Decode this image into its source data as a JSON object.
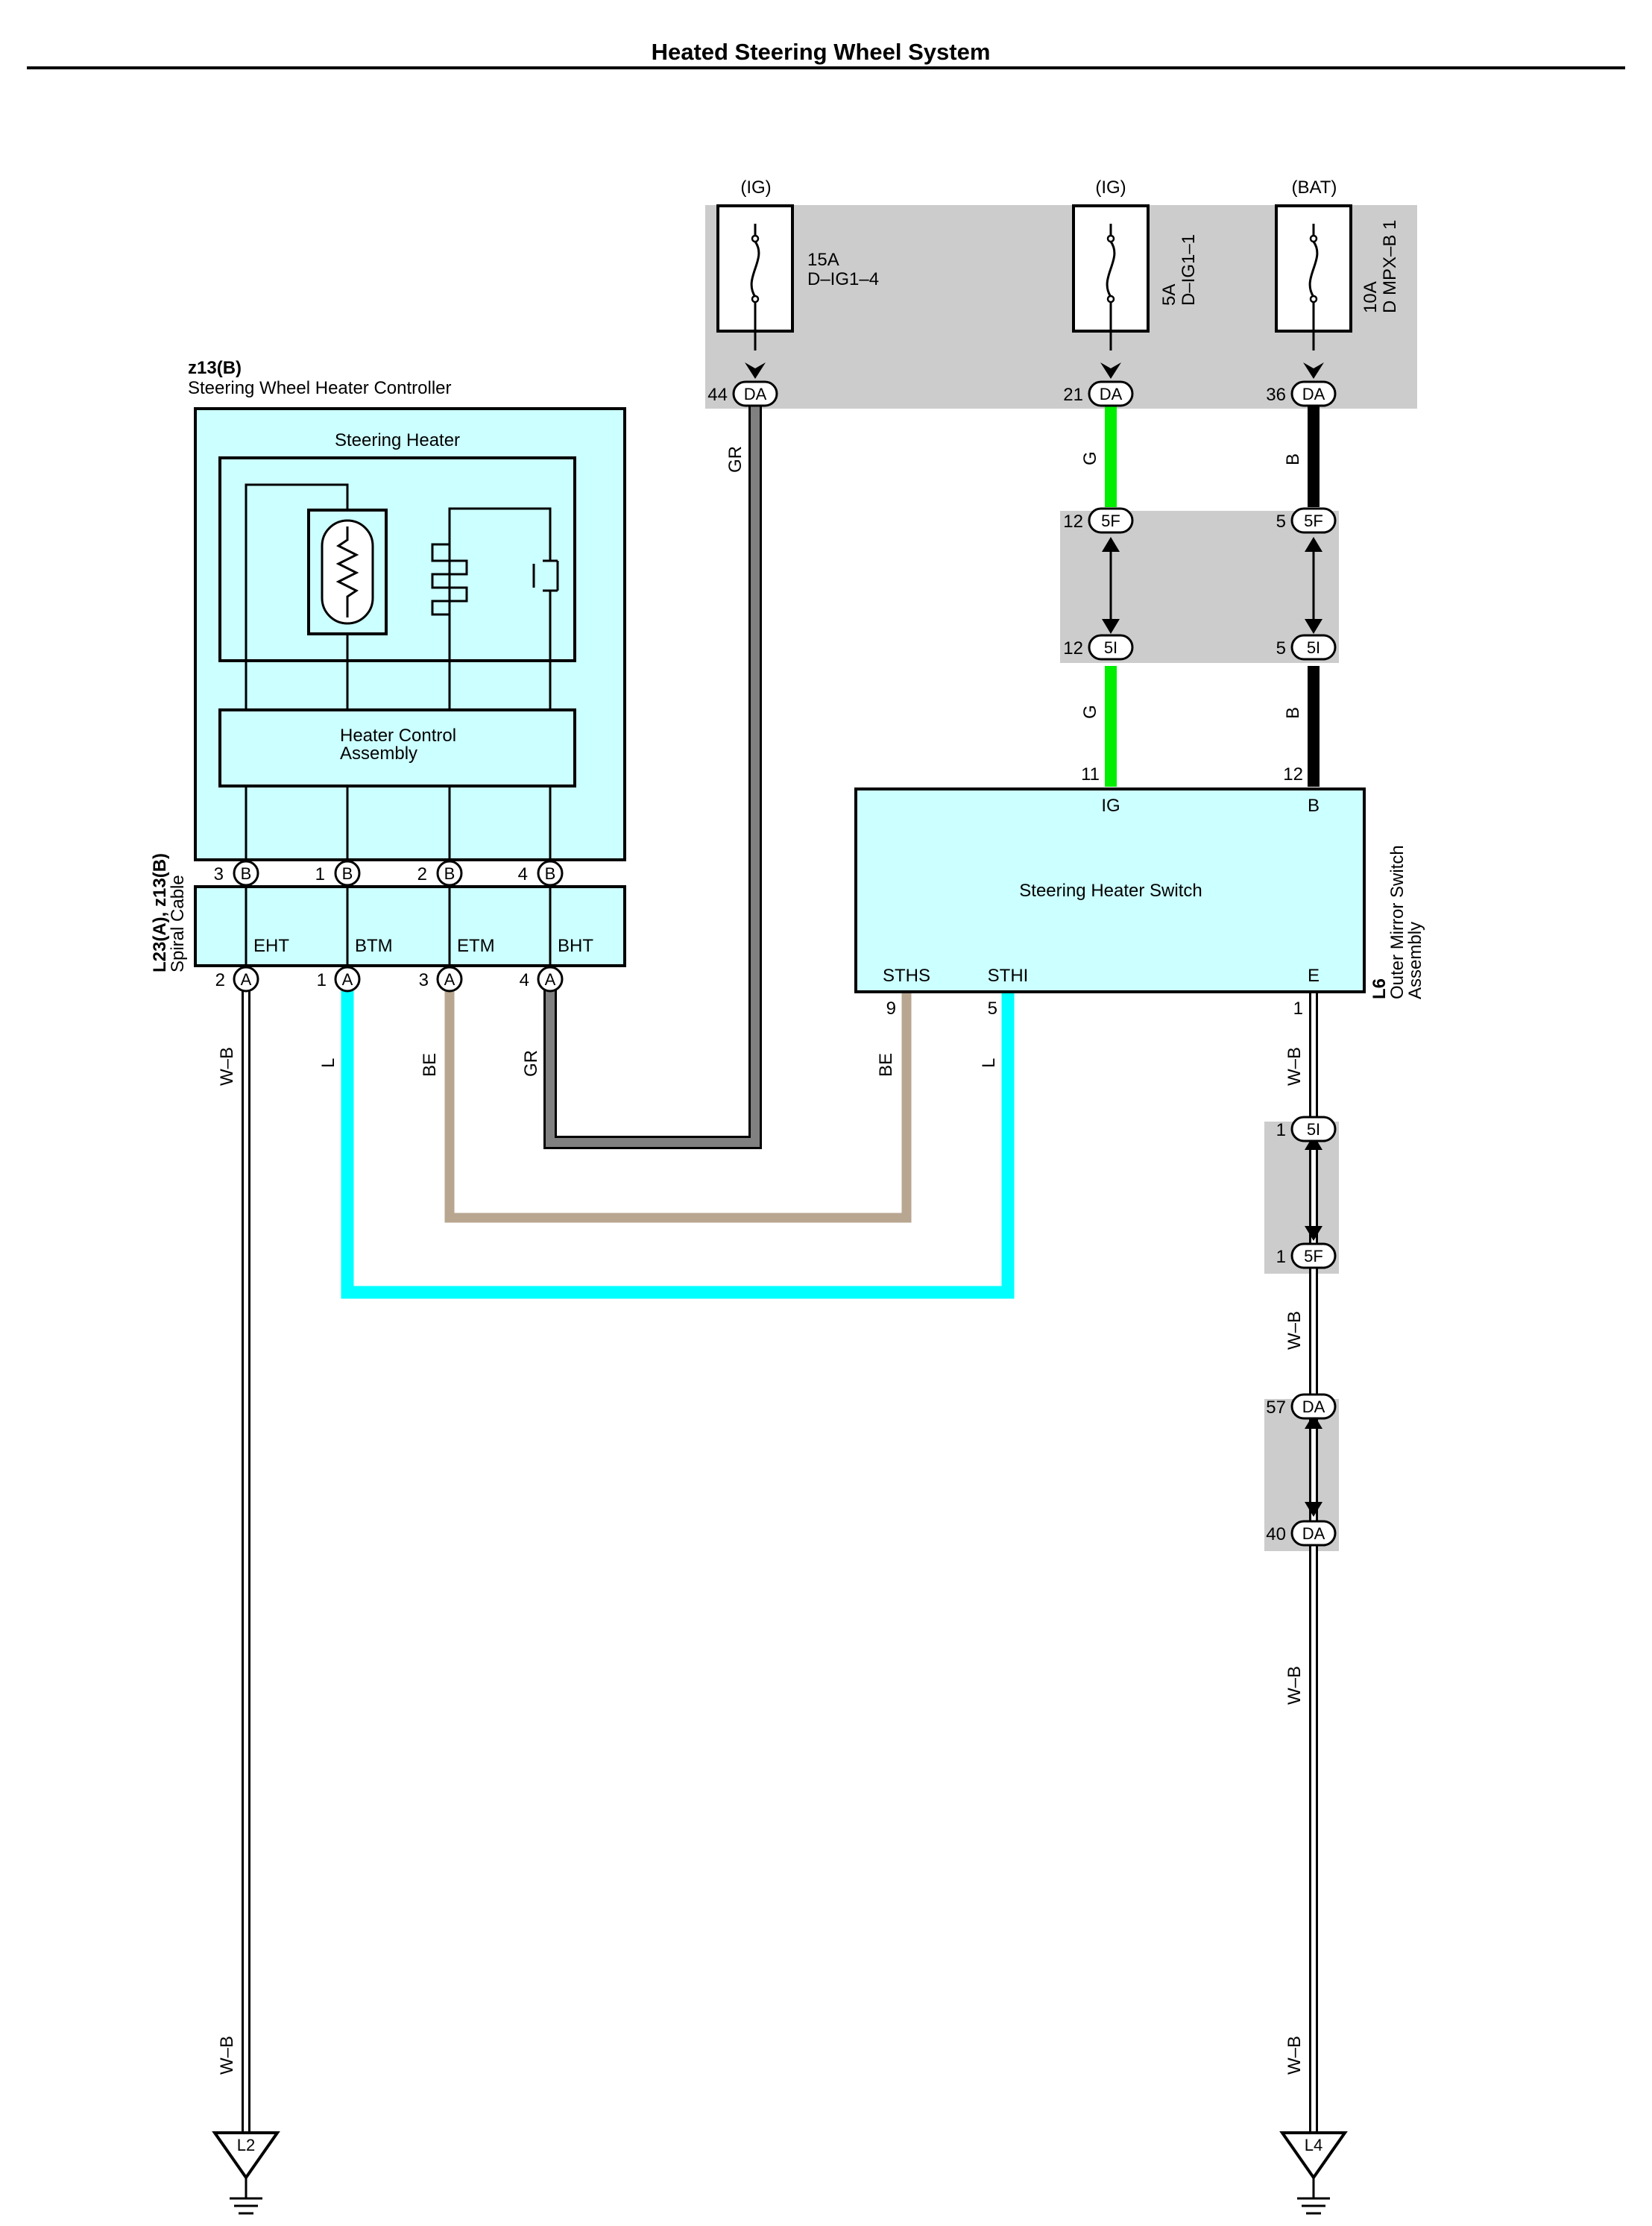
{
  "page": {
    "title": "Heated Steering Wheel System"
  },
  "colors": {
    "component_fill": "#ccffff",
    "junction_fill": "#cccccc",
    "wire_gr": "#808080",
    "wire_g": "#00ee00",
    "wire_b": "#000000",
    "wire_be": "#b8a690",
    "wire_l": "#00ffff",
    "wire_wb": "#ffffff"
  },
  "power": {
    "sources": [
      "(IG)",
      "(IG)",
      "(BAT)"
    ],
    "fuses": [
      {
        "rating": "15A",
        "name": "D–IG1–4"
      },
      {
        "rating": "5A",
        "name": "D–IG1–1"
      },
      {
        "rating": "10A",
        "name": "D MPX–B 1"
      }
    ],
    "terminals": [
      {
        "pin": "44",
        "connector": "DA"
      },
      {
        "pin": "21",
        "connector": "DA"
      },
      {
        "pin": "36",
        "connector": "DA"
      }
    ]
  },
  "controller": {
    "id": "z13(B)",
    "name": "Steering Wheel Heater Controller",
    "heater_label": "Steering Heater",
    "control_line1": "Heater Control",
    "control_line2": "Assembly",
    "pins": [
      {
        "pin": "3",
        "connector": "B"
      },
      {
        "pin": "1",
        "connector": "B"
      },
      {
        "pin": "2",
        "connector": "B"
      },
      {
        "pin": "4",
        "connector": "B"
      }
    ]
  },
  "spiral_cable": {
    "id": "L23(A), z13(B)",
    "name": "Spiral Cable",
    "terminals": [
      "EHT",
      "BTM",
      "ETM",
      "BHT"
    ],
    "pins": [
      {
        "pin": "2",
        "connector": "A"
      },
      {
        "pin": "1",
        "connector": "A"
      },
      {
        "pin": "3",
        "connector": "A"
      },
      {
        "pin": "4",
        "connector": "A"
      }
    ]
  },
  "switch": {
    "id": "L6",
    "name_line1": "Outer Mirror Switch",
    "name_line2": "Assembly",
    "label": "Steering Heater Switch",
    "top_pins": [
      {
        "pin": "11",
        "terminal": "IG"
      },
      {
        "pin": "12",
        "terminal": "B"
      }
    ],
    "bottom_pins": [
      {
        "pin": "9",
        "terminal": "STHS"
      },
      {
        "pin": "5",
        "terminal": "STHI"
      },
      {
        "pin": "1",
        "terminal": "E"
      }
    ]
  },
  "junctions": {
    "j5f_top": [
      {
        "pin": "12",
        "connector": "5F"
      },
      {
        "pin": "5",
        "connector": "5F"
      }
    ],
    "j5i_mid": [
      {
        "pin": "12",
        "connector": "5I"
      },
      {
        "pin": "5",
        "connector": "5I"
      }
    ],
    "j_right_1": [
      {
        "pin": "1",
        "connector": "5I"
      },
      {
        "pin": "1",
        "connector": "5F"
      }
    ],
    "j_right_2": [
      {
        "pin": "57",
        "connector": "DA"
      },
      {
        "pin": "40",
        "connector": "DA"
      }
    ]
  },
  "wires": {
    "gr": "GR",
    "g": "G",
    "b": "B",
    "be": "BE",
    "l": "L",
    "wb": "W–B"
  },
  "grounds": [
    "L2",
    "L4"
  ]
}
